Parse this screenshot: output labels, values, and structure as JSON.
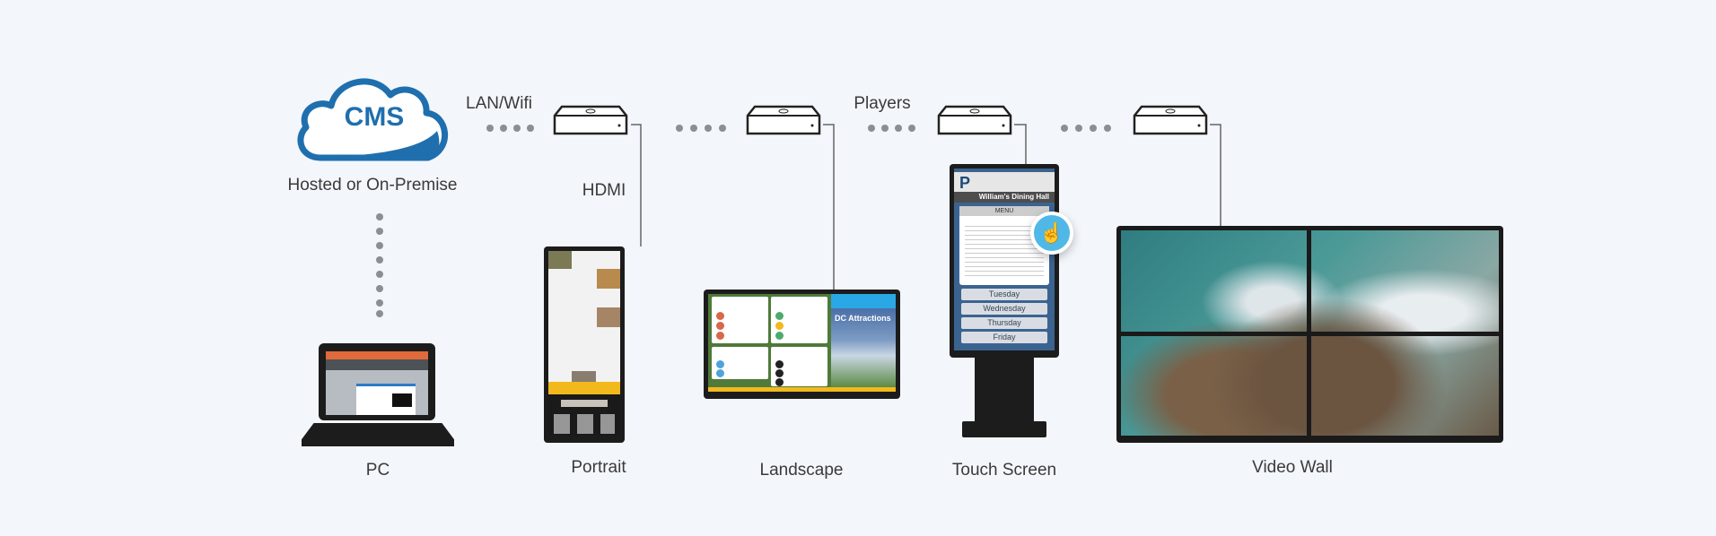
{
  "cms": {
    "logo_text": "CMS",
    "caption": "Hosted or On-Premise"
  },
  "connections": {
    "network_label": "LAN/Wifi",
    "cable_label": "HDMI",
    "players_label": "Players"
  },
  "devices": [
    {
      "label": "PC"
    },
    {
      "label": "Portrait"
    },
    {
      "label": "Landscape"
    },
    {
      "label": "Touch Screen"
    },
    {
      "label": "Video Wall"
    }
  ],
  "landscape_screen": {
    "panel_title": "DC Attractions"
  },
  "touch_screen": {
    "venue": "William's Dining Hall",
    "menu_title": "MENU",
    "days": [
      "Tuesday",
      "Wednesday",
      "Thursday",
      "Friday"
    ]
  },
  "colors": {
    "brand_blue": "#1f6fae",
    "background": "#f3f6fb",
    "accent_yellow": "#f2b91d",
    "touch_blue": "#4fb8e6"
  }
}
